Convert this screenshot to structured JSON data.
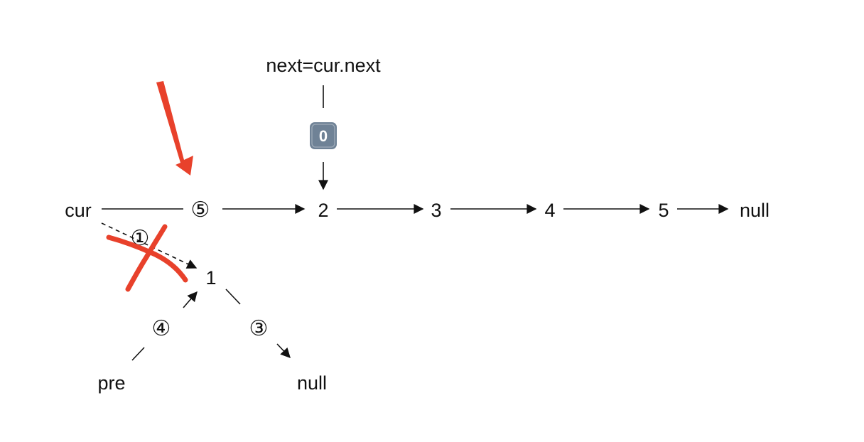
{
  "labels": {
    "next_eq": "next=cur.next",
    "cur": "cur",
    "pre": "pre",
    "null_main": "null",
    "null_bottom": "null",
    "n1": "1",
    "n2": "2",
    "n3": "3",
    "n4": "4",
    "n5": "5"
  },
  "steps": {
    "s0": "0",
    "s1": "①",
    "s3": "③",
    "s4": "④",
    "s5": "⑤"
  },
  "colors": {
    "annotation_red": "#e8412b",
    "badge": "#6f8296",
    "ink": "#111111"
  }
}
